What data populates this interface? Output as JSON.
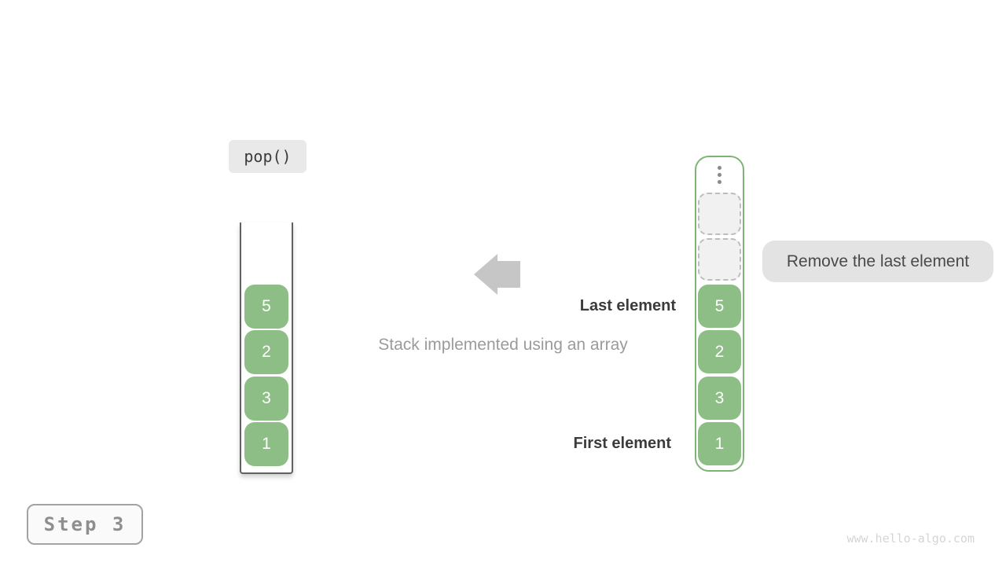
{
  "figure": {
    "operation_label": "pop()",
    "caption": "Stack implemented using an array",
    "last_element_label": "Last element",
    "first_element_label": "First element",
    "action_note": "Remove the last element",
    "step_label": "Step 3",
    "watermark": "www.hello-algo.com"
  },
  "stack": {
    "values": [
      "5",
      "2",
      "3",
      "1"
    ]
  },
  "array": {
    "empty_slot_count": 2,
    "values": [
      "5",
      "2",
      "3",
      "1"
    ]
  },
  "icons": {
    "arrow": "left-arrow",
    "ellipsis": "vertical-dots"
  },
  "colors": {
    "green": "#8cbe85",
    "green_border": "#7eb375",
    "container_border": "#616161",
    "arrow": "#c6c6c6",
    "label_dark": "#3b3b3b",
    "caption_gray": "#9b9b9b",
    "chip_bg": "#e9e9e9",
    "tooltip_bg": "#e3e3e3",
    "tooltip_text": "#4a4a4a",
    "slot_bg": "#f1f1f1",
    "slot_border": "#bdbdbd",
    "dot": "#8a8a8a",
    "step_bg": "#fafafa",
    "step_border": "#a3a3a3",
    "step_text": "#8e8e8e",
    "watermark": "#d5d5d5"
  }
}
